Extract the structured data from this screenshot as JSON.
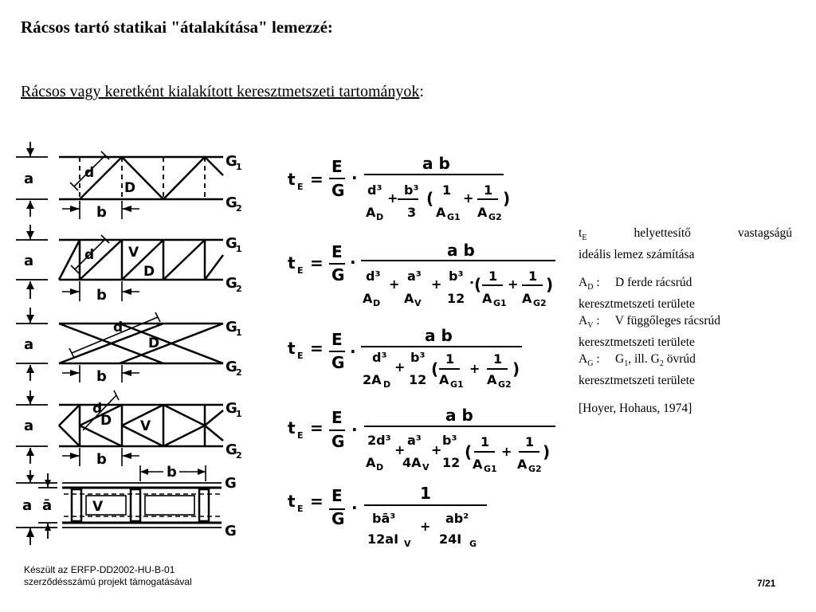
{
  "slide": {
    "title": "Rácsos tartó statikai \"átalakítása\" lemezzé:",
    "subtitle_underlined": "Rácsos vagy keretként kialakított keresztmetszeti tartományok",
    "subtitle_suffix": ":"
  },
  "diagram": {
    "label_a": "a",
    "label_a_bar": "ā",
    "label_b": "b",
    "label_d": "d",
    "label_D": "D",
    "label_V": "V",
    "label_G": "G",
    "sub_1": "1",
    "sub_2": "2"
  },
  "formulas": {
    "lhs_t": "t",
    "lhs_sub": "E",
    "eq": "=",
    "E": "E",
    "G": "G",
    "dot": "·",
    "plus": "+",
    "ab": "a b",
    "one": "1",
    "paren_open": "(",
    "paren_close": ")",
    "d3": "d³",
    "AD": "A",
    "D": "D",
    "b3": "b³",
    "a3": "a³",
    "three": "3",
    "twelve": "12",
    "AV": "A",
    "V": "V",
    "AG": "A",
    "G1": "G1",
    "G2": "G2",
    "twoAD": "2A",
    "twod3": "2d³",
    "fourAV": "4A",
    "ba3": "bā³",
    "twelve_aIv": "12aI",
    "ab2": "ab²",
    "v": "V",
    "twentyfour_IG": "24I",
    "g": "G"
  },
  "side": {
    "tE_t": "t",
    "tE_sub": "E",
    "line1_rest": "helyettesítő vastagságú",
    "line2": "ideális lemez számítása",
    "AD_A": "A",
    "AD_sub": "D",
    "AD_desc": " :     D ferde rácsrúd",
    "AD_line2": "keresztmetszeti területe",
    "AV_A": "A",
    "AV_sub": "V",
    "AV_desc": " :     V függőleges rácsrúd",
    "AV_line2": "keresztmetszeti területe",
    "AG_A": "A",
    "AG_sub": "G",
    "AG_desc_1": " :     G",
    "AG_sub1": "1",
    "AG_desc_2": ", ill. G",
    "AG_sub2": "2",
    "AG_desc_3": " övrúd",
    "AG_line2": "keresztmetszeti területe",
    "reference": "[Hoyer, Hohaus, 1974]"
  },
  "footer": {
    "line1": "Készült az ERFP-DD2002-HU-B-01",
    "line2": "szerződésszámú projekt támogatásával",
    "page": "7/21"
  }
}
